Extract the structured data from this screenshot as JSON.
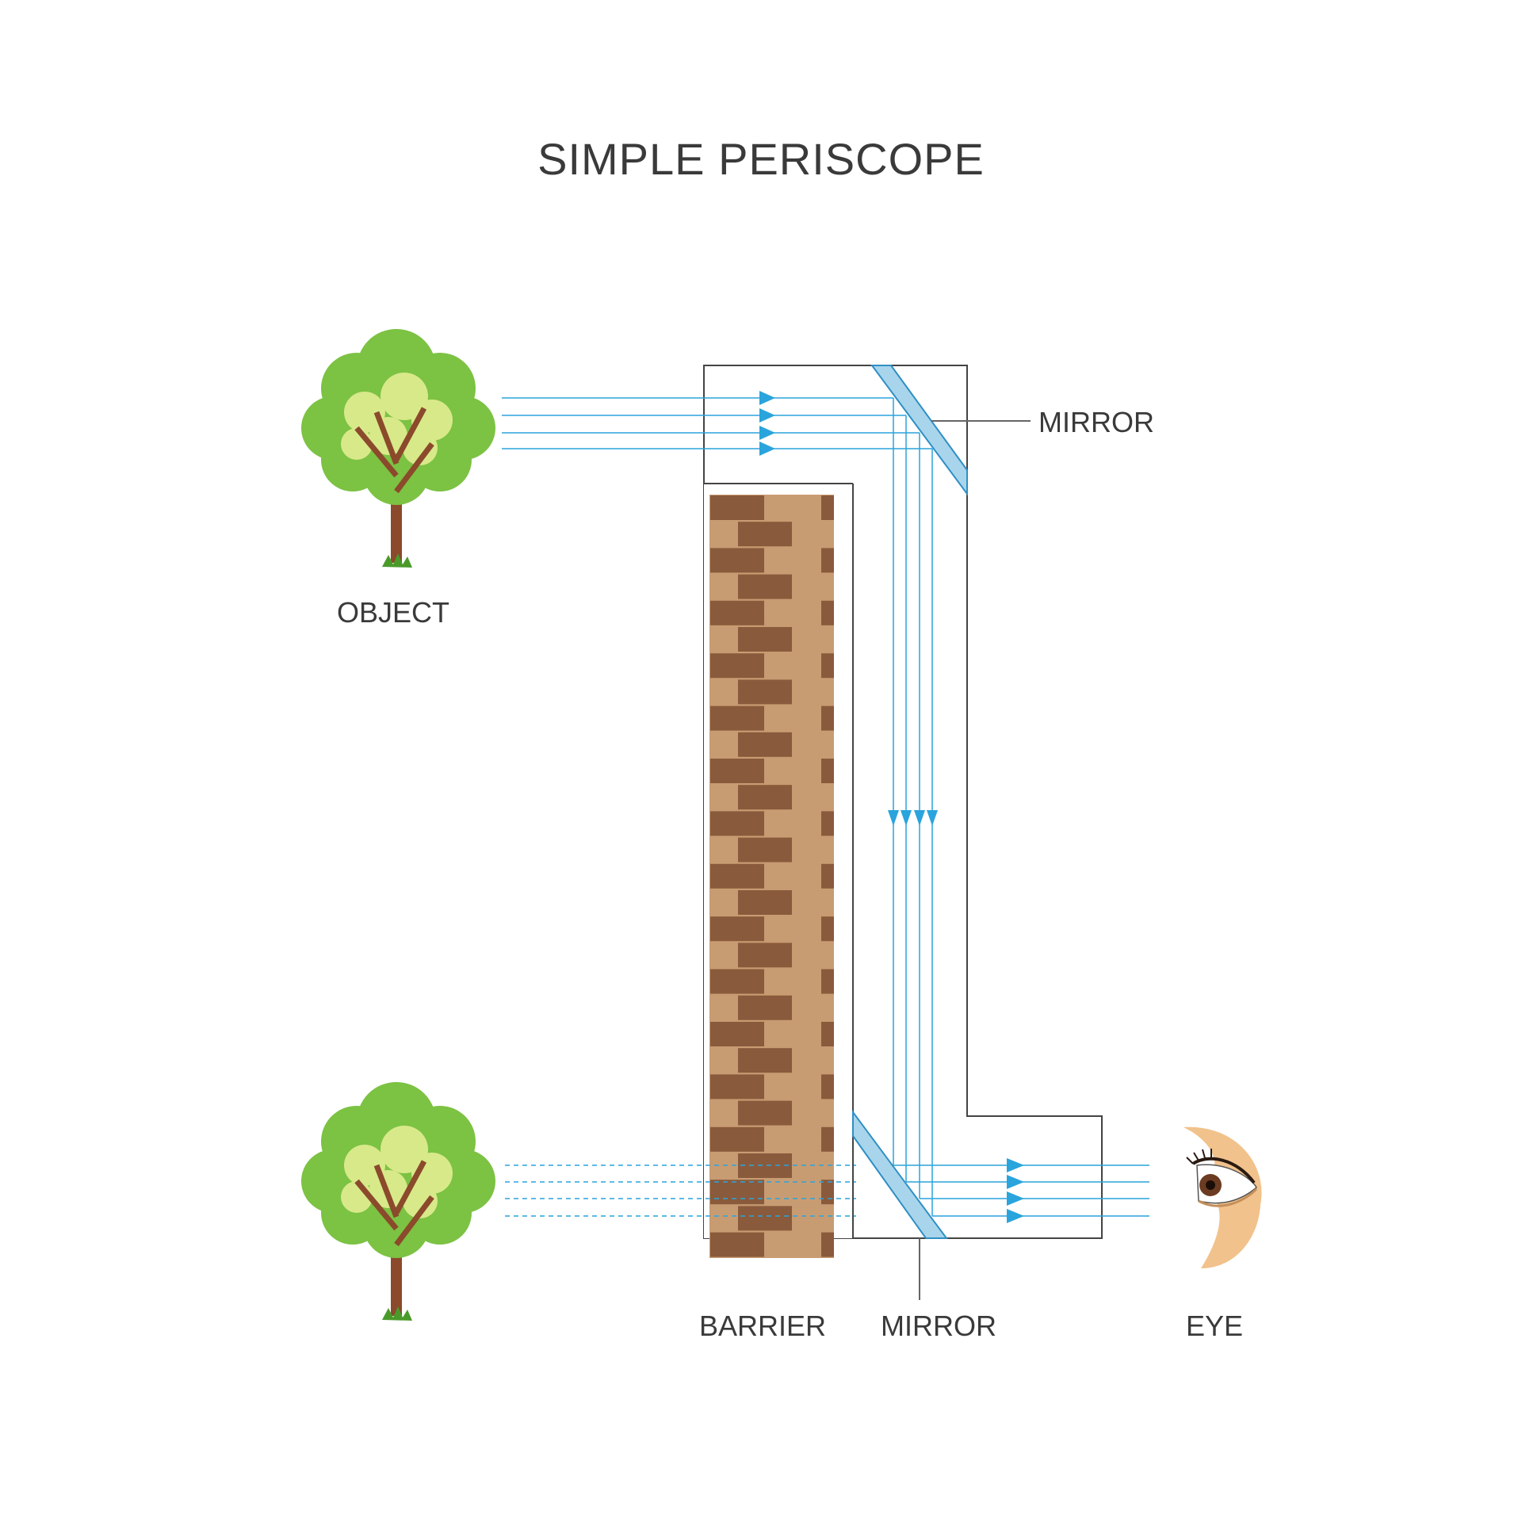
{
  "title": "SIMPLE PERISCOPE",
  "labels": {
    "object": "OBJECT",
    "barrier": "BARRIER",
    "mirror_top": "MIRROR",
    "mirror_bottom": "MIRROR",
    "eye": "EYE"
  },
  "colors": {
    "ray": "#2aa4dc",
    "mirror_fill": "#a9d5ec",
    "mirror_stroke": "#2f8fc4",
    "outline": "#444444",
    "brick_dark": "#8a5a3c",
    "brick_light": "#c89c72",
    "foliage_dark": "#7cc243",
    "foliage_light": "#d8e98a",
    "trunk": "#8b4a2b",
    "skin": "#f2c28c"
  },
  "icons": [
    "tree-icon",
    "brick-wall-icon",
    "eye-icon",
    "mirror-icon",
    "arrow-icon"
  ]
}
